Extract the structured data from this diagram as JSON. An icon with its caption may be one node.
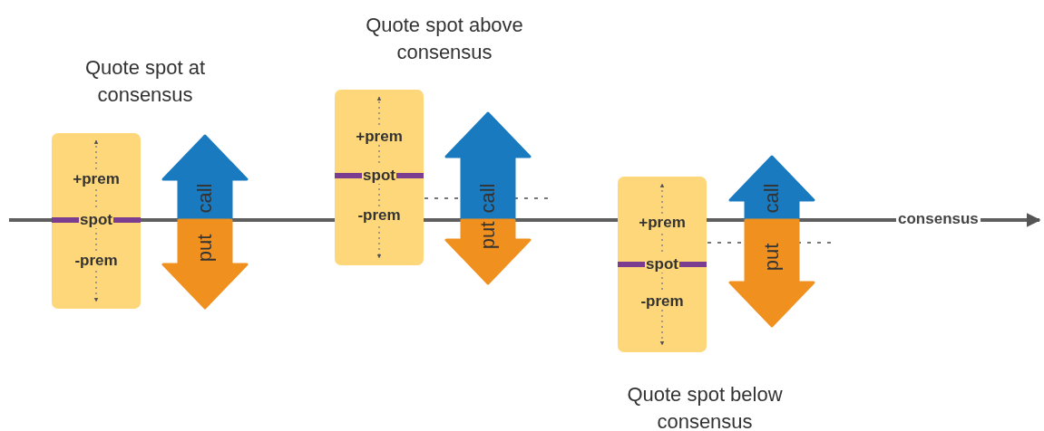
{
  "diagram": {
    "nodes": [
      {
        "text": [
          "+prem",
          "spot",
          "-prem"
        ]
      },
      {
        "text": [
          "call"
        ]
      },
      {
        "text": [
          "put"
        ]
      },
      {
        "text": [
          "+prem",
          "spot",
          "-prem"
        ]
      },
      {
        "text": [
          "call"
        ]
      },
      {
        "text": [
          "put"
        ]
      },
      {
        "text": [
          "+prem",
          "spot",
          "-prem"
        ]
      },
      {
        "text": [
          "call"
        ]
      },
      {
        "text": [
          "put"
        ]
      }
    ],
    "labels": [
      "Quote spot above consensus",
      "Quote spot at consensus",
      "consensus",
      "Quote spot below consensus"
    ]
  }
}
